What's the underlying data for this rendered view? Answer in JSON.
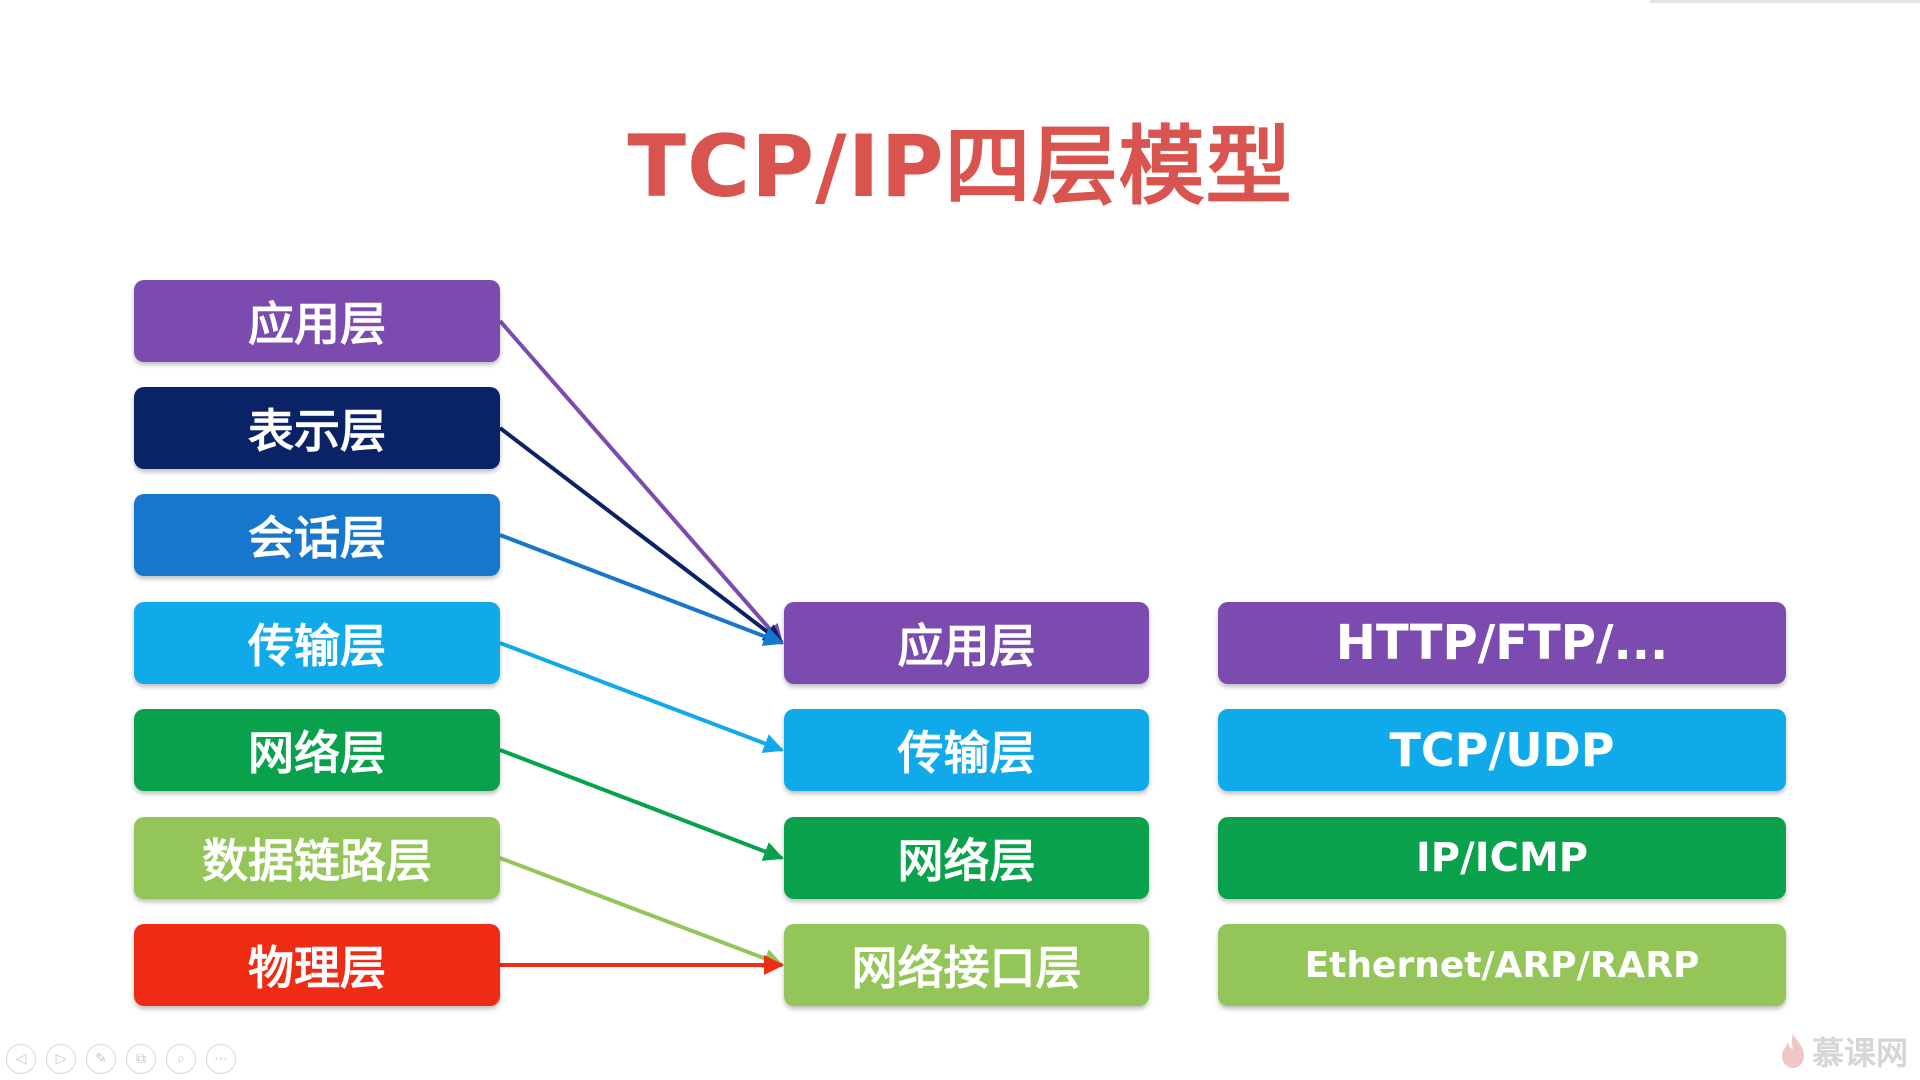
{
  "title": "TCP/IP四层模型",
  "osi_layers": [
    {
      "label": "应用层",
      "color": "#7b4bb0"
    },
    {
      "label": "表示层",
      "color": "#0a2266"
    },
    {
      "label": "会话层",
      "color": "#1677cc"
    },
    {
      "label": "传输层",
      "color": "#10a9ea"
    },
    {
      "label": "网络层",
      "color": "#0aa14c"
    },
    {
      "label": "数据链路层",
      "color": "#94c558"
    },
    {
      "label": "物理层",
      "color": "#ee2c15"
    }
  ],
  "tcpip_layers": [
    {
      "label": "应用层",
      "color": "#7b4bb0"
    },
    {
      "label": "传输层",
      "color": "#10a9ea"
    },
    {
      "label": "网络层",
      "color": "#0aa14c"
    },
    {
      "label": "网络接口层",
      "color": "#94c558"
    }
  ],
  "protocols": [
    {
      "label": "HTTP/FTP/...",
      "color": "#7b4bb0"
    },
    {
      "label": "TCP/UDP",
      "color": "#10a9ea"
    },
    {
      "label": "IP/ICMP",
      "color": "#0aa14c"
    },
    {
      "label": "Ethernet/ARP/RARP",
      "color": "#94c558"
    }
  ],
  "mapping": [
    {
      "from": 0,
      "to": 0,
      "color": "#7b4bb0"
    },
    {
      "from": 1,
      "to": 0,
      "color": "#0a2266"
    },
    {
      "from": 2,
      "to": 0,
      "color": "#1677cc"
    },
    {
      "from": 3,
      "to": 1,
      "color": "#10a9ea"
    },
    {
      "from": 4,
      "to": 2,
      "color": "#0aa14c"
    },
    {
      "from": 5,
      "to": 3,
      "color": "#94c558"
    },
    {
      "from": 6,
      "to": 3,
      "color": "#ee2c15"
    }
  ],
  "toolbar": {
    "icons": [
      "prev-icon",
      "next-icon",
      "pen-icon",
      "copy-icon",
      "zoom-icon",
      "more-icon"
    ]
  },
  "watermark": {
    "text": "慕课网",
    "icon": "flame-icon"
  }
}
